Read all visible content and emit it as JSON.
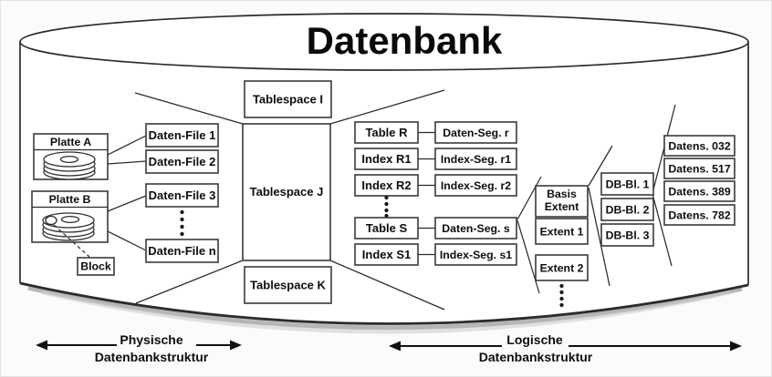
{
  "title": "Datenbank",
  "physical": {
    "disk_a_label": "Platte A",
    "disk_b_label": "Platte B",
    "block_label": "Block",
    "data_files": [
      "Daten-File 1",
      "Daten-File 2",
      "Daten-File 3",
      "Daten-File n"
    ]
  },
  "tablespaces": [
    "Tablespace I",
    "Tablespace J",
    "Tablespace K"
  ],
  "segments": {
    "objects": [
      "Table R",
      "Index R1",
      "Index R2",
      "Table S",
      "Index S1"
    ],
    "segs": [
      "Daten-Seg. r",
      "Index-Seg. r1",
      "Index-Seg. r2",
      "Daten-Seg. s",
      "Index-Seg. s1"
    ]
  },
  "extents": {
    "basis_line1": "Basis",
    "basis_line2": "Extent",
    "items": [
      "Extent 1",
      "Extent 2"
    ]
  },
  "db_blocks": [
    "DB-Bl. 1",
    "DB-Bl. 2",
    "DB-Bl. 3"
  ],
  "records": [
    "Datens. 032",
    "Datens. 517",
    "Datens. 389",
    "Datens. 782"
  ],
  "legend": {
    "physical_line1": "Physische",
    "physical_line2": "Datenbankstruktur",
    "logical_line1": "Logische",
    "logical_line2": "Datenbankstruktur"
  },
  "colors": {
    "background": "#fafafa",
    "cylinder_fill": "#ffffff",
    "line": "#2b2b2b",
    "box_border": "#3a3a3a",
    "text": "#0d0d0d"
  }
}
